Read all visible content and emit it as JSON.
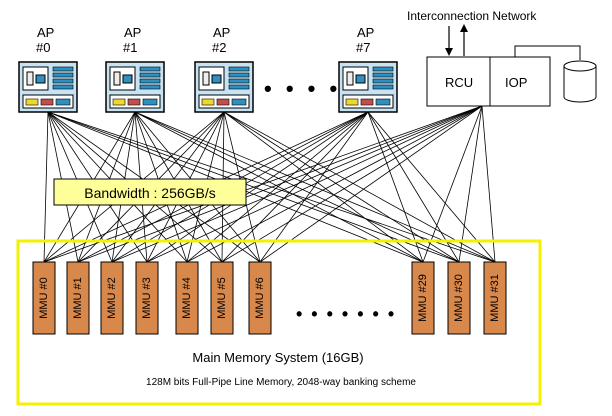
{
  "processors": [
    {
      "label_top": "AP",
      "label_bottom": "#0"
    },
    {
      "label_top": "AP",
      "label_bottom": "#1"
    },
    {
      "label_top": "AP",
      "label_bottom": "#2"
    },
    {
      "label_top": "AP",
      "label_bottom": "#7"
    }
  ],
  "ellipsis_processors": "• • • •",
  "interconnection_network": "Interconnection Network",
  "rcu": "RCU",
  "iop": "IOP",
  "bandwidth": "Bandwidth : 256GB/s",
  "memory_units": [
    "MMU #0",
    "MMU #1",
    "MMU #2",
    "MMU #3",
    "MMU #4",
    "MMU #5",
    "MMU #6",
    "MMU #29",
    "MMU #30",
    "MMU #31"
  ],
  "ellipsis_memory": "• • • • • • •",
  "memory_system_title": "Main Memory System (16GB)",
  "memory_system_desc": "128M bits Full-Pipe Line Memory, 2048-way banking scheme",
  "colors": {
    "ap_fill": "#c8e4f4",
    "ap_cell": "#2f8fbf",
    "mmu_fill": "#d9884c",
    "bandwidth_fill": "#ffff99",
    "memory_border": "#f2f200"
  }
}
